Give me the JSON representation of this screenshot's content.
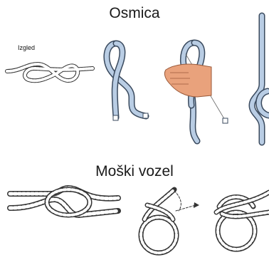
{
  "section_top": {
    "title": "Osmica",
    "label": "Izgled"
  },
  "section_bottom": {
    "title": "Moški vozel"
  },
  "colors": {
    "rope_blue": "#b9cde4",
    "rope_outline": "#3a4a5e",
    "rope_dark": "#333333",
    "hand": "#e9a27c"
  }
}
